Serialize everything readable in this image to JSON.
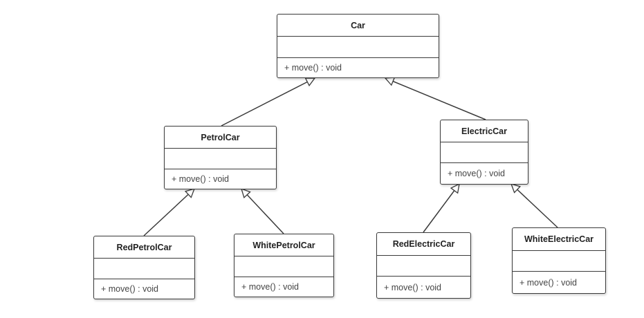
{
  "diagram": {
    "classes": {
      "car": {
        "name": "Car",
        "operation": "+ move() : void"
      },
      "petrol_car": {
        "name": "PetrolCar",
        "operation": "+ move() : void"
      },
      "electric_car": {
        "name": "ElectricCar",
        "operation": "+ move() : void"
      },
      "red_petrol_car": {
        "name": "RedPetrolCar",
        "operation": "+ move() : void"
      },
      "white_petrol_car": {
        "name": "WhitePetrolCar",
        "operation": "+ move() : void"
      },
      "red_electric_car": {
        "name": "RedElectricCar",
        "operation": "+ move() : void"
      },
      "white_electric_car": {
        "name": "WhiteElectricCar",
        "operation": "+ move() : void"
      }
    },
    "relations": [
      {
        "type": "generalization",
        "from": "petrol_car",
        "to": "car"
      },
      {
        "type": "generalization",
        "from": "electric_car",
        "to": "car"
      },
      {
        "type": "generalization",
        "from": "red_petrol_car",
        "to": "petrol_car"
      },
      {
        "type": "generalization",
        "from": "white_petrol_car",
        "to": "petrol_car"
      },
      {
        "type": "generalization",
        "from": "red_electric_car",
        "to": "electric_car"
      },
      {
        "type": "generalization",
        "from": "white_electric_car",
        "to": "electric_car"
      }
    ]
  }
}
